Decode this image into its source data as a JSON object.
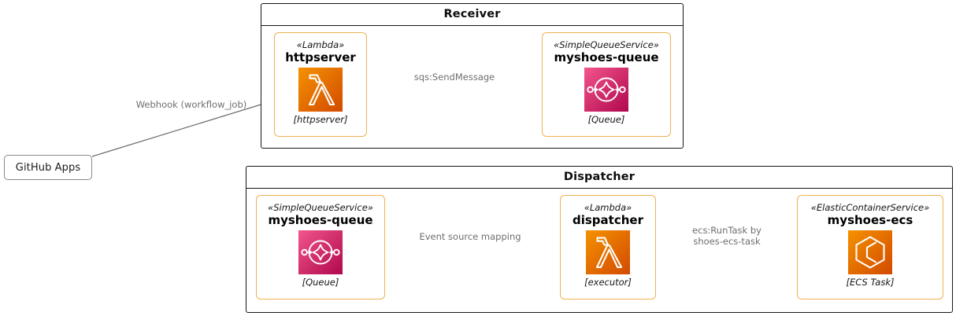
{
  "diagram": {
    "type": "aws-architecture",
    "background": "#ffffff",
    "node_border_color": "#efb252",
    "group_border_color": "#151515",
    "edge_color": "#6e6e6e"
  },
  "actors": [
    {
      "id": "github-apps",
      "label": "GitHub Apps"
    }
  ],
  "groups": [
    {
      "id": "receiver",
      "title": "Receiver"
    },
    {
      "id": "dispatcher",
      "title": "Dispatcher"
    }
  ],
  "nodes": [
    {
      "id": "httpserver",
      "group": "receiver",
      "stereotype": "«Lambda»",
      "title": "httpserver",
      "caption": "[httpserver]",
      "icon": "aws-lambda-icon",
      "icon_colors": {
        "from": "#d24a00",
        "to": "#f59200"
      }
    },
    {
      "id": "myshoes-queue-receiver",
      "group": "receiver",
      "stereotype": "«SimpleQueueService»",
      "title": "myshoes-queue",
      "caption": "[Queue]",
      "icon": "aws-sqs-icon",
      "icon_colors": {
        "from": "#f2558c",
        "to": "#b0084d"
      }
    },
    {
      "id": "myshoes-queue-dispatcher",
      "group": "dispatcher",
      "stereotype": "«SimpleQueueService»",
      "title": "myshoes-queue",
      "caption": "[Queue]",
      "icon": "aws-sqs-icon",
      "icon_colors": {
        "from": "#f2558c",
        "to": "#b0084d"
      }
    },
    {
      "id": "dispatcher-lambda",
      "group": "dispatcher",
      "stereotype": "«Lambda»",
      "title": "dispatcher",
      "caption": "[executor]",
      "icon": "aws-lambda-icon",
      "icon_colors": {
        "from": "#d24a00",
        "to": "#f59200"
      }
    },
    {
      "id": "myshoes-ecs",
      "group": "dispatcher",
      "stereotype": "«ElasticContainerService»",
      "title": "myshoes-ecs",
      "caption": "[ECS Task]",
      "icon": "aws-ecs-icon",
      "icon_colors": {
        "from": "#d24a00",
        "to": "#f59200"
      }
    }
  ],
  "edges": [
    {
      "id": "edge-webhook",
      "from": "github-apps",
      "to": "httpserver",
      "label": "Webhook (workflow_job)",
      "label_lines": [
        "Webhook (workflow_job)"
      ]
    },
    {
      "id": "edge-sendmessage",
      "from": "httpserver",
      "to": "myshoes-queue-receiver",
      "label": "sqs:SendMessage",
      "label_lines": [
        "sqs:SendMessage"
      ]
    },
    {
      "id": "edge-event-source-mapping",
      "from": "myshoes-queue-dispatcher",
      "to": "dispatcher-lambda",
      "label": "Event source mapping",
      "label_lines": [
        "Event source mapping"
      ]
    },
    {
      "id": "edge-runtask",
      "from": "dispatcher-lambda",
      "to": "myshoes-ecs",
      "label": "ecs:RunTask by shoes-ecs-task",
      "label_lines": [
        "ecs:RunTask by",
        "shoes-ecs-task"
      ]
    }
  ]
}
